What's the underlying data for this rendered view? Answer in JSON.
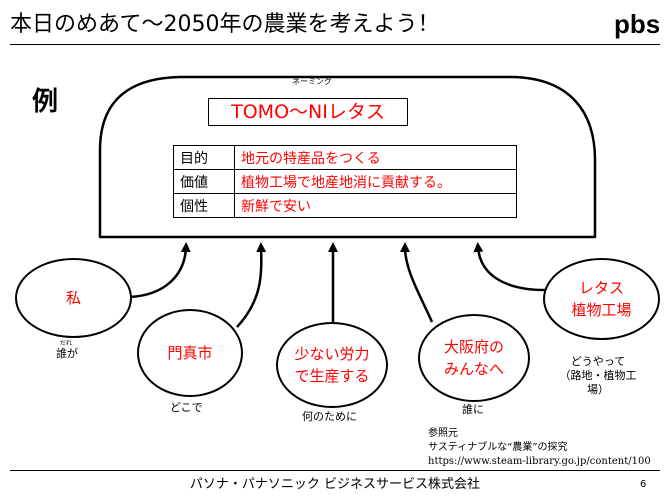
{
  "title": "本日のめあて～2050年の農業を考えよう！",
  "logo_text": "pbs",
  "example_label": "例",
  "naming_caption": "ネーミング",
  "naming_value": "TOMO～NIレタス",
  "concept_rows": [
    {
      "label": "目的",
      "value": "地元の特産品をつくる"
    },
    {
      "label": "価値",
      "value": "植物工場で地産地消に貢献する。"
    },
    {
      "label": "個性",
      "value": "新鮮で安い"
    }
  ],
  "ellipses": [
    {
      "text": "私",
      "note_ruby": "だれ",
      "note": "誰が"
    },
    {
      "text": "門真市",
      "note": "どこで"
    },
    {
      "text": "少ない労力\nで生産する",
      "note": "何のために"
    },
    {
      "text": "大阪府の\nみんなへ",
      "note": "誰に"
    },
    {
      "text": "レタス\n植物工場",
      "note": "どうやって\n（路地・植物工\n場）"
    }
  ],
  "reference": {
    "heading": "参照元",
    "title": "サスティナブルな“農業”の探究",
    "url": "https://www.steam-library.go.jp/content/100"
  },
  "footer": "パソナ・パナソニック ビジネスサービス株式会社",
  "page_number": "6",
  "colors": {
    "accent_text": "#ff0000",
    "line": "#000000"
  }
}
